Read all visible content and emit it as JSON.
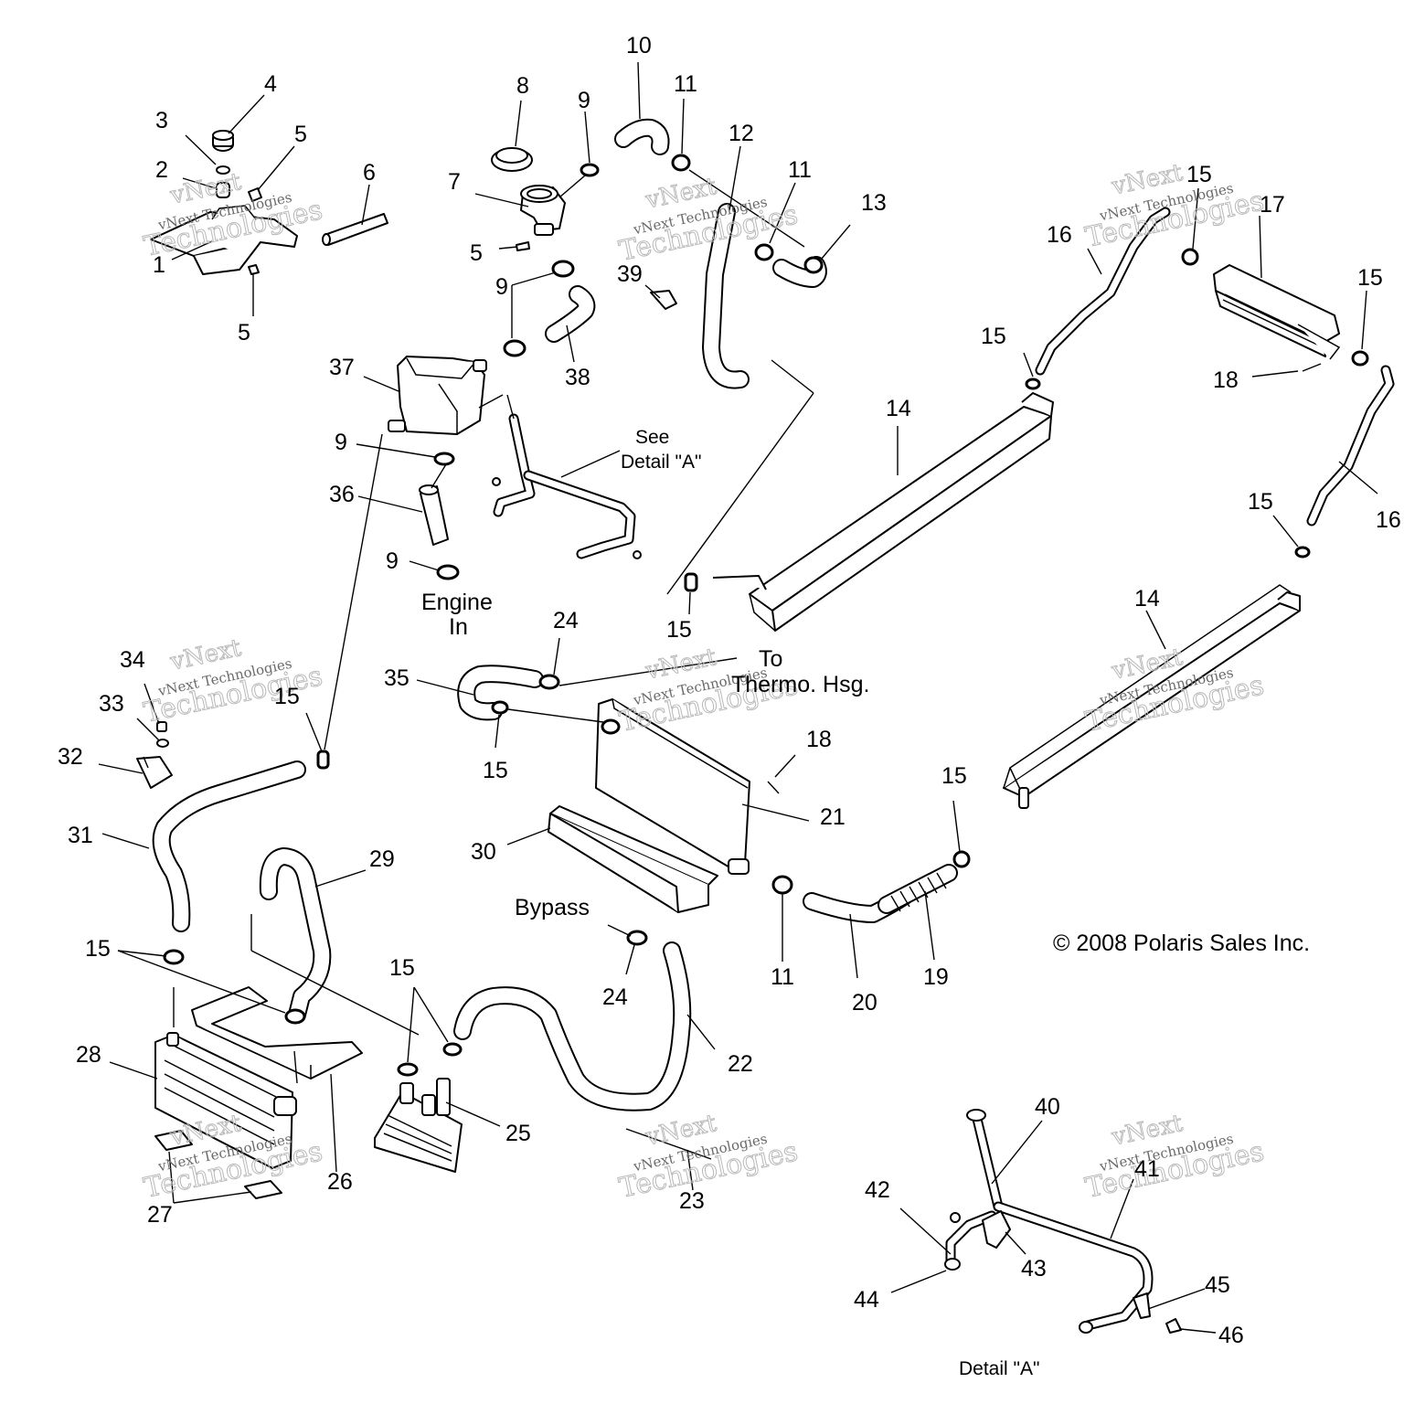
{
  "diagram": {
    "callouts": [
      "1",
      "2",
      "3",
      "4",
      "5",
      "5",
      "5",
      "6",
      "7",
      "8",
      "9",
      "9",
      "9",
      "9",
      "10",
      "11",
      "11",
      "11",
      "12",
      "13",
      "14",
      "14",
      "15",
      "15",
      "15",
      "15",
      "15",
      "15",
      "15",
      "15",
      "15",
      "15",
      "16",
      "16",
      "17",
      "18",
      "18",
      "19",
      "20",
      "21",
      "22",
      "23",
      "24",
      "24",
      "25",
      "26",
      "27",
      "28",
      "29",
      "30",
      "31",
      "32",
      "33",
      "34",
      "35",
      "36",
      "37",
      "38",
      "39",
      "40",
      "41",
      "42",
      "43",
      "44",
      "45",
      "46"
    ],
    "labels": {
      "see_detail_line1": "See",
      "see_detail_line2": "Detail \"A\"",
      "engine_in_line1": "Engine",
      "engine_in_line2": "In",
      "to_thermo_line1": "To",
      "to_thermo_line2": "Thermo. Hsg.",
      "bypass": "Bypass",
      "detail_a": "Detail \"A\""
    },
    "copyright": "© 2008 Polaris Sales Inc.",
    "watermark": {
      "line1": "vNext",
      "line2": "vNext Technologies",
      "line3": "Technologies"
    }
  }
}
